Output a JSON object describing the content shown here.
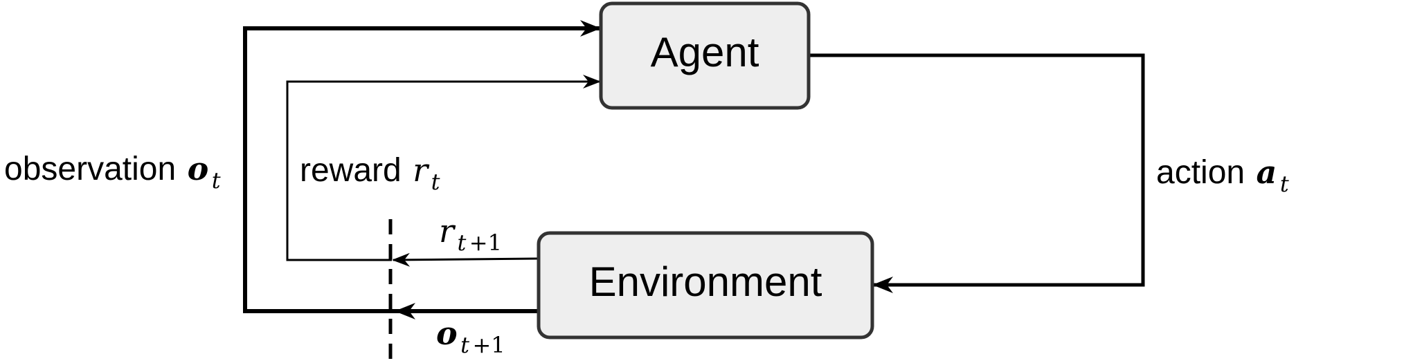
{
  "nodes": {
    "agent": {
      "label": "Agent",
      "fill": "#eeeeee",
      "stroke": "#333333"
    },
    "environment": {
      "label": "Environment",
      "fill": "#eeeeee",
      "stroke": "#333333"
    }
  },
  "edges": {
    "observation": {
      "text": "observation",
      "symbol": "o",
      "subscript": "t"
    },
    "reward": {
      "text": "reward",
      "symbol": "r",
      "subscript": "t"
    },
    "action": {
      "text": "action",
      "symbol": "a",
      "subscript": "t"
    },
    "next_reward": {
      "symbol": "r",
      "sub_var": "t",
      "sub_rest": "+1"
    },
    "next_observation": {
      "symbol": "o",
      "sub_var": "t",
      "sub_rest": "+1"
    }
  },
  "colors": {
    "line": "#000000",
    "box_fill": "#eeeeee",
    "box_stroke": "#333333"
  }
}
